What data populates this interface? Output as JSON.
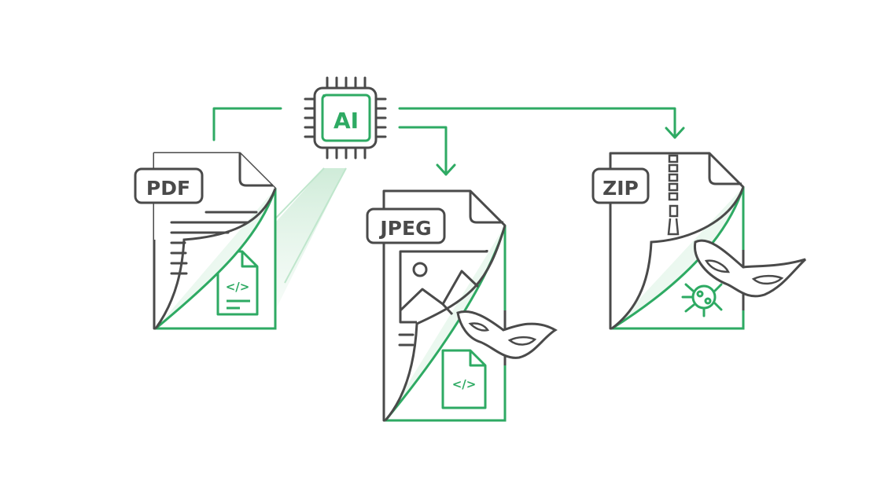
{
  "diagram": {
    "title": "AI-generated payloads hidden inside file formats",
    "colors": {
      "accent": "#2eaa63",
      "stroke": "#4a4a4a",
      "beam": "#bfe6cc",
      "background": "#ffffff"
    },
    "hub": {
      "label": "AI",
      "icon": "chip-icon"
    },
    "files": [
      {
        "label": "PDF",
        "hidden_payload": "code-file-icon"
      },
      {
        "label": "JPEG",
        "content": "image-icon",
        "hidden_payload": "code-file-icon",
        "disguise": "mask-icon"
      },
      {
        "label": "ZIP",
        "content": "zipper-icon",
        "hidden_payload": "bug-icon",
        "disguise": "mask-icon"
      }
    ],
    "code_glyph": "</>"
  }
}
